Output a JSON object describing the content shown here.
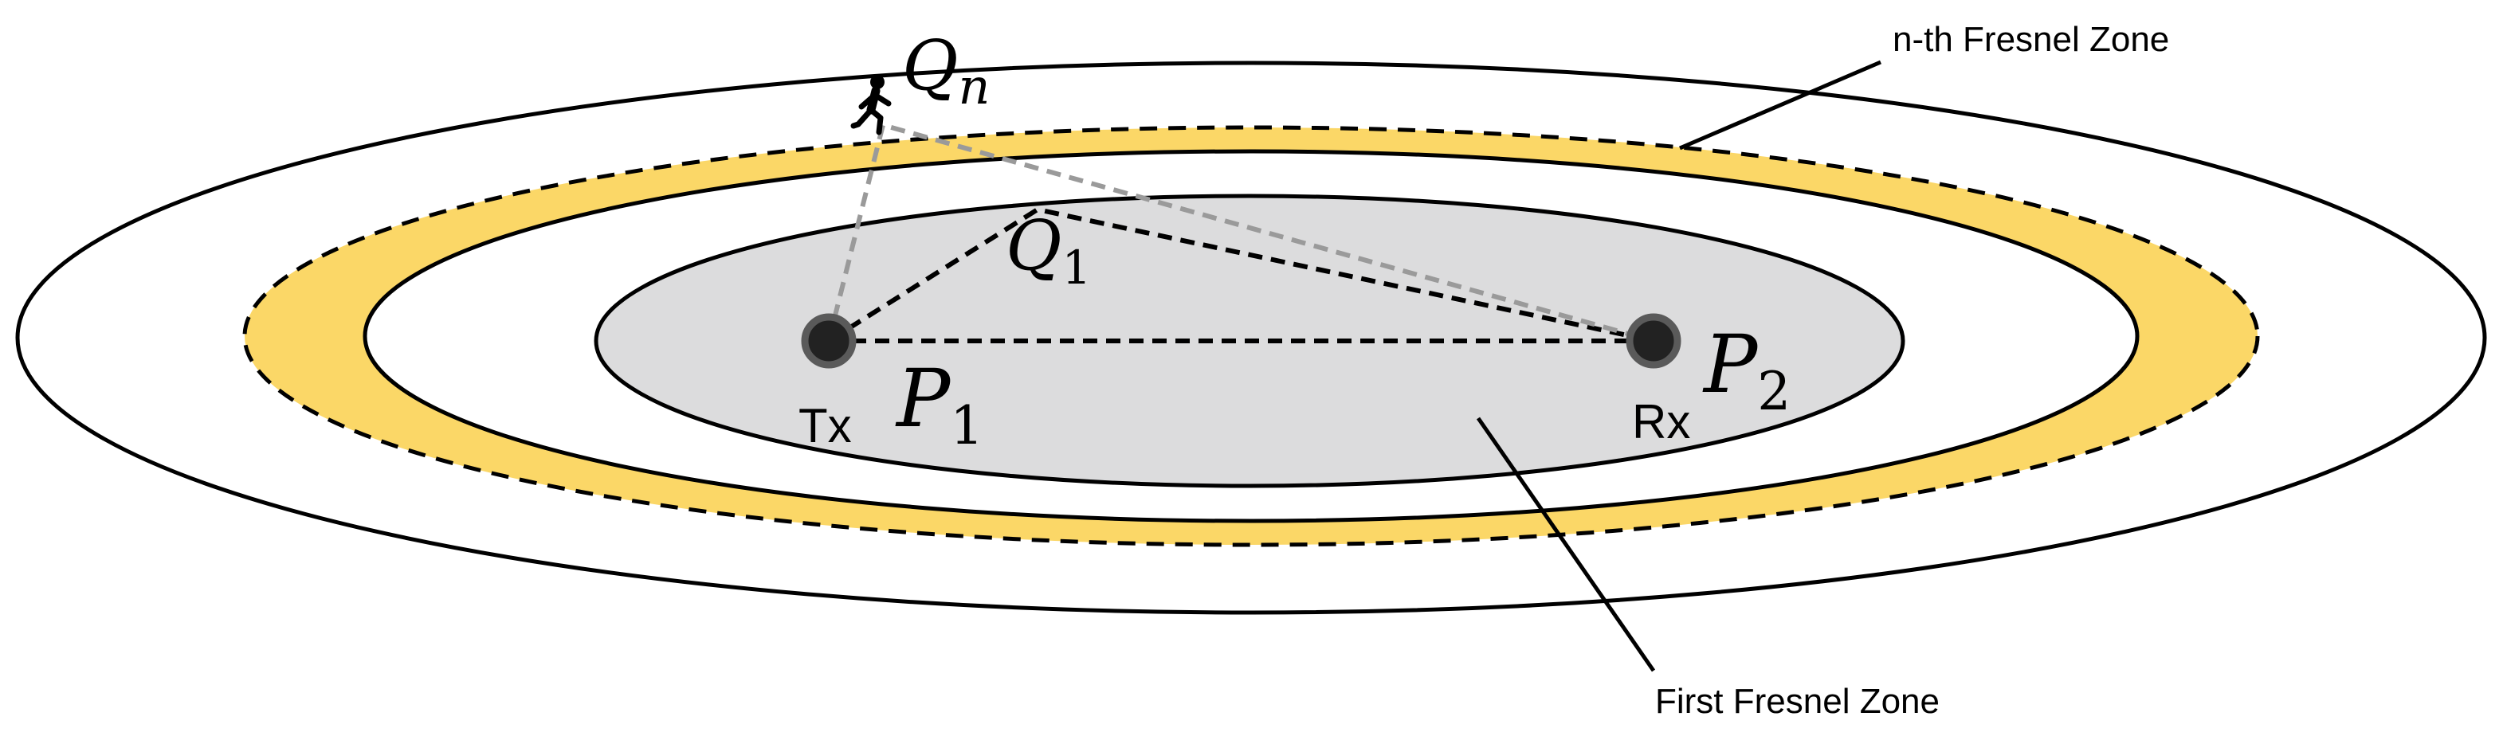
{
  "labels": {
    "nth_zone": "n-th Fresnel Zone",
    "first_zone": "First Fresnel Zone",
    "tx": "Tx",
    "rx": "Rx",
    "p1_main": "P",
    "p1_sub": "1",
    "p2_main": "P",
    "p2_sub": "2",
    "q1_main": "Q",
    "q1_sub": "1",
    "qn_main": "Q",
    "qn_sub": "n"
  },
  "colors": {
    "zone_fill": "#dcdcdd",
    "band_fill": "#fbd767",
    "outline": "#000000",
    "gray_path": "#9a9a9a",
    "node_fill": "#222222",
    "node_ring": "#5a5a5a"
  },
  "icons": {
    "person": "walking-person-icon"
  }
}
